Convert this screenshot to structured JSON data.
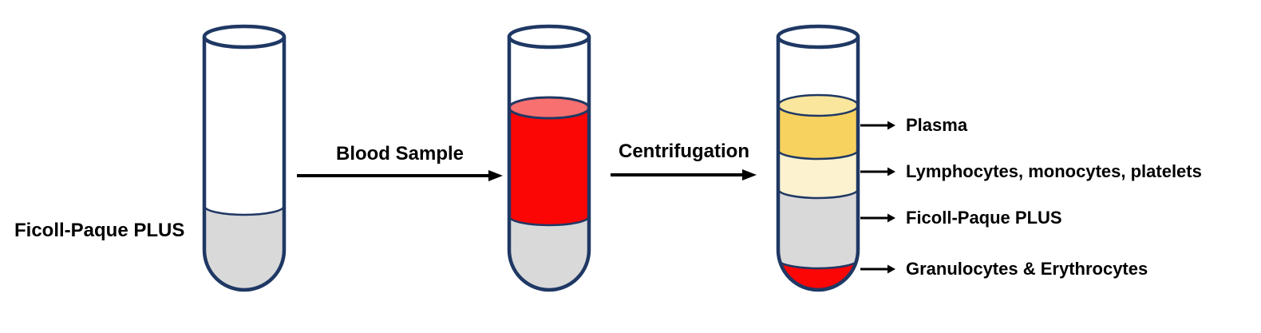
{
  "colors": {
    "outline_navy": "#1F3864",
    "blood_red": "#FB0505",
    "blood_surface_red": "#F97070",
    "plasma_gold": "#F7D25F",
    "plasma_surface_gold": "#FBE69E",
    "buffy_cream": "#FDF2D0",
    "ficoll_gray": "#D9D9D9",
    "tube_white": "#FFFFFF",
    "arrow_black": "#000000"
  },
  "labels": {
    "left_tube": "Ficoll-Paque PLUS",
    "arrow1": "Blood Sample",
    "arrow2": "Centrifugation"
  },
  "result_layers": [
    {
      "label": "Plasma"
    },
    {
      "label": "Lymphocytes, monocytes, platelets"
    },
    {
      "label": "Ficoll-Paque PLUS"
    },
    {
      "label": "Granulocytes & Erythrocytes"
    }
  ]
}
